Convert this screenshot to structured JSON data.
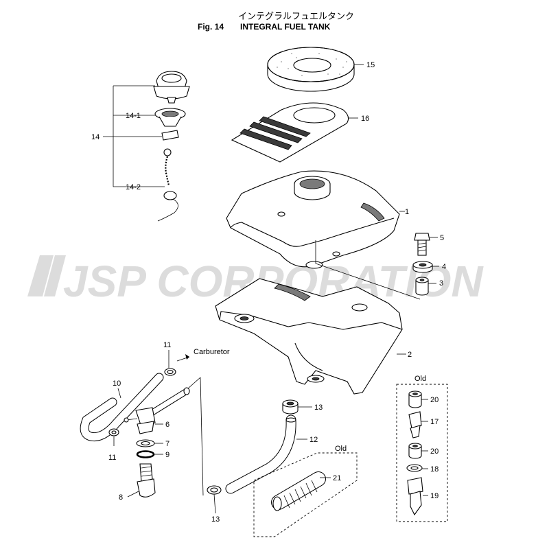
{
  "header": {
    "title_ja": "インテグラルフュエルタンク",
    "fig_label": "Fig. 14",
    "title_en": "INTEGRAL FUEL TANK"
  },
  "watermark": "JSP CORPORATION",
  "annotations": {
    "carburetor": "Carburetor",
    "old_right": "Old",
    "old_bottom": "Old"
  },
  "callouts": {
    "p1": "1",
    "p2": "2",
    "p3": "3",
    "p4": "4",
    "p5": "5",
    "p6": "6",
    "p7": "7",
    "p8": "8",
    "p9": "9",
    "p10": "10",
    "p11a": "11",
    "p11b": "11",
    "p12": "12",
    "p13a": "13",
    "p13b": "13",
    "p14": "14",
    "p14_1": "14-1",
    "p14_2": "14-2",
    "p15": "15",
    "p16": "16",
    "p17": "17",
    "p18": "18",
    "p19": "19",
    "p20a": "20",
    "p20b": "20",
    "p21": "21"
  },
  "colors": {
    "ink": "#000000",
    "watermark": "#dcdcdc",
    "shade": "#7a7a7a"
  }
}
